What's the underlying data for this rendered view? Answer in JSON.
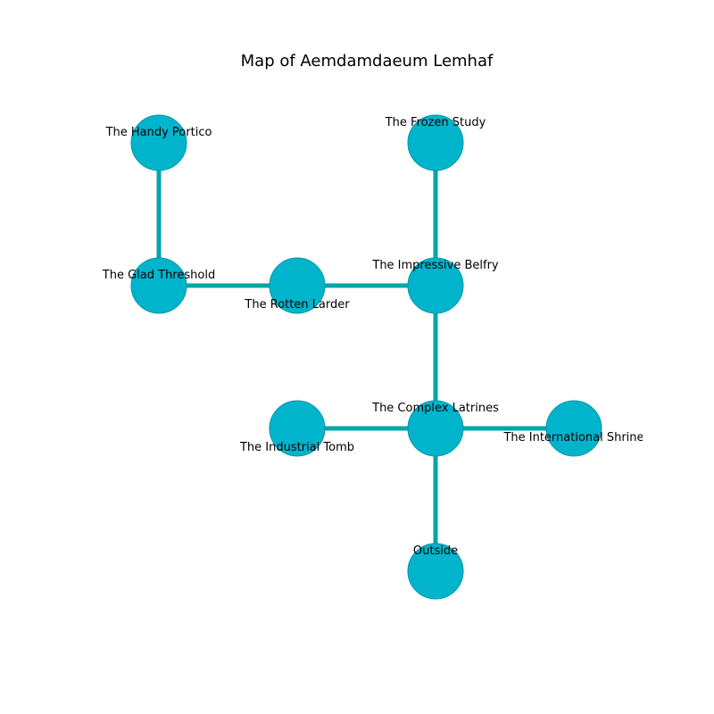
{
  "title": "Map of Aemdamdaeum Lemhaf",
  "colors": {
    "node_fill": "#00b4cc",
    "node_stroke": "#0097a7",
    "edge": "#00a6aa",
    "background": "#ffffff"
  },
  "nodes": [
    {
      "id": "handy-portico",
      "label": "The Handy Portico"
    },
    {
      "id": "frozen-study",
      "label": "The Frozen Study"
    },
    {
      "id": "glad-threshold",
      "label": "The Glad Threshold"
    },
    {
      "id": "rotten-larder",
      "label": "The Rotten Larder"
    },
    {
      "id": "impressive-belfry",
      "label": "The Impressive Belfry"
    },
    {
      "id": "industrial-tomb",
      "label": "The Industrial Tomb"
    },
    {
      "id": "complex-latrines",
      "label": "The Complex Latrines"
    },
    {
      "id": "international-shrine",
      "label": "The International Shrine"
    },
    {
      "id": "outside",
      "label": "Outside"
    }
  ],
  "edges": [
    [
      "handy-portico",
      "glad-threshold"
    ],
    [
      "glad-threshold",
      "rotten-larder"
    ],
    [
      "rotten-larder",
      "impressive-belfry"
    ],
    [
      "frozen-study",
      "impressive-belfry"
    ],
    [
      "impressive-belfry",
      "complex-latrines"
    ],
    [
      "industrial-tomb",
      "complex-latrines"
    ],
    [
      "complex-latrines",
      "international-shrine"
    ],
    [
      "complex-latrines",
      "outside"
    ]
  ]
}
